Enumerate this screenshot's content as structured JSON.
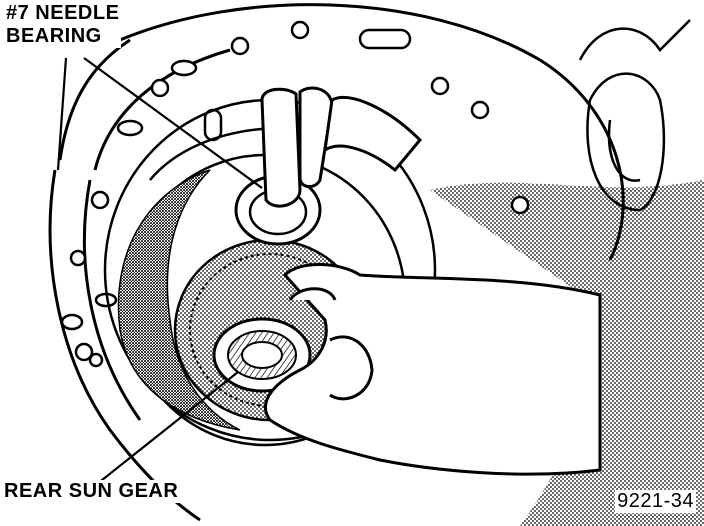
{
  "callouts": {
    "needle_bearing_line1": "#7 NEEDLE",
    "needle_bearing_line2": "BEARING",
    "rear_sun_gear": "REAR SUN GEAR"
  },
  "figure_number": "9221-34",
  "colors": {
    "ink": "#000000",
    "paper": "#ffffff"
  }
}
